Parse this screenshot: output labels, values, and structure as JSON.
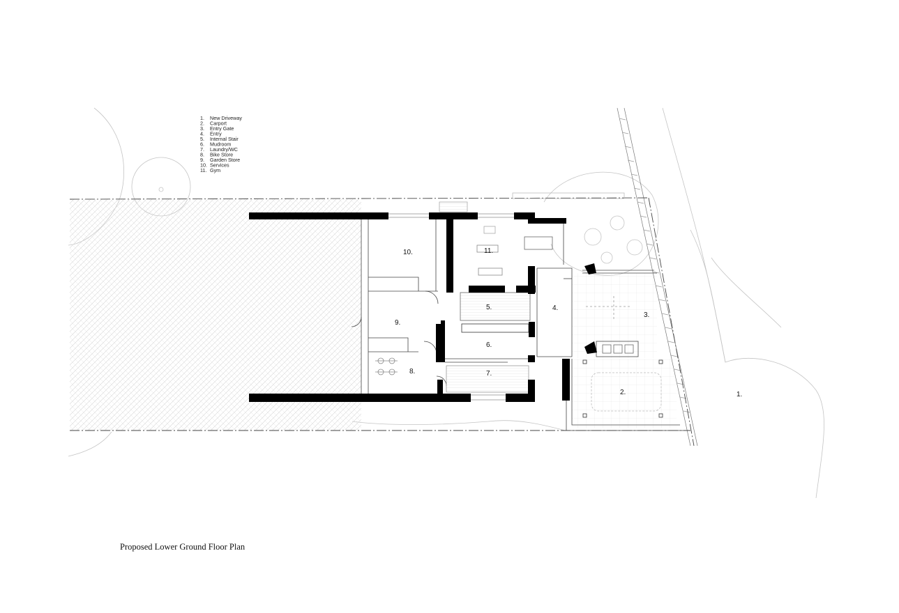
{
  "legend": {
    "items": [
      {
        "num": "1.",
        "label": "New Driveway"
      },
      {
        "num": "2.",
        "label": "Carport"
      },
      {
        "num": "3.",
        "label": "Entry Gate"
      },
      {
        "num": "4.",
        "label": "Entry"
      },
      {
        "num": "5.",
        "label": "Internal Stair"
      },
      {
        "num": "6.",
        "label": "Mudroom"
      },
      {
        "num": "7.",
        "label": "Laundry/WC"
      },
      {
        "num": "8.",
        "label": "Bike Store"
      },
      {
        "num": "9.",
        "label": "Garden Store"
      },
      {
        "num": "10.",
        "label": "Services"
      },
      {
        "num": "11.",
        "label": "Gym"
      }
    ]
  },
  "rooms": [
    {
      "id": "r1",
      "label": "1."
    },
    {
      "id": "r2",
      "label": "2."
    },
    {
      "id": "r3",
      "label": "3."
    },
    {
      "id": "r4",
      "label": "4."
    },
    {
      "id": "r5",
      "label": "5."
    },
    {
      "id": "r6",
      "label": "6."
    },
    {
      "id": "r7",
      "label": "7."
    },
    {
      "id": "r8",
      "label": "8."
    },
    {
      "id": "r9",
      "label": "9."
    },
    {
      "id": "r10",
      "label": "10."
    },
    {
      "id": "r11",
      "label": "11."
    }
  ],
  "title": "Proposed Lower Ground Floor Plan",
  "colors": {
    "wall": "#000000",
    "line": "#333333",
    "light": "#b8b8b8",
    "hatch": "#d6d6d6"
  }
}
